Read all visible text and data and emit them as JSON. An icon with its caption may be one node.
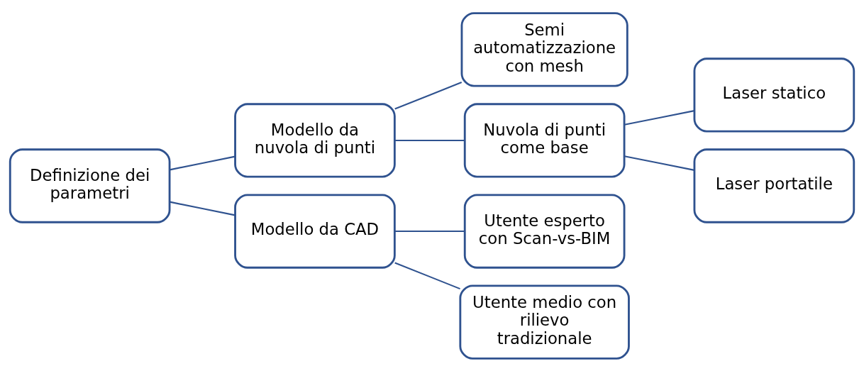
{
  "diagram": {
    "nodes": [
      {
        "text": [
          "Definizione dei parametri"
        ]
      },
      {
        "text": [
          "Modello da nuvola di punti"
        ]
      },
      {
        "text": [
          "Modello da CAD"
        ]
      },
      {
        "text": [
          "Semi automatizzazione con mesh"
        ]
      },
      {
        "text": [
          "Nuvola di punti come base"
        ]
      },
      {
        "text": [
          "Utente esperto con Scan-vs-BIM"
        ]
      },
      {
        "text": [
          "Utente medio con rilievo tradizionale"
        ]
      },
      {
        "text": [
          "Laser statico"
        ]
      },
      {
        "text": [
          "Laser portatile"
        ]
      }
    ],
    "edges": [
      {
        "from": 0,
        "to": 1,
        "arrow": "none"
      },
      {
        "from": 0,
        "to": 2,
        "arrow": "none"
      },
      {
        "from": 1,
        "to": 3,
        "arrow": "none"
      },
      {
        "from": 1,
        "to": 4,
        "arrow": "none"
      },
      {
        "from": 2,
        "to": 5,
        "arrow": "none"
      },
      {
        "from": 2,
        "to": 6,
        "arrow": "none"
      },
      {
        "from": 4,
        "to": 7,
        "arrow": "none"
      },
      {
        "from": 4,
        "to": 8,
        "arrow": "none"
      }
    ]
  }
}
